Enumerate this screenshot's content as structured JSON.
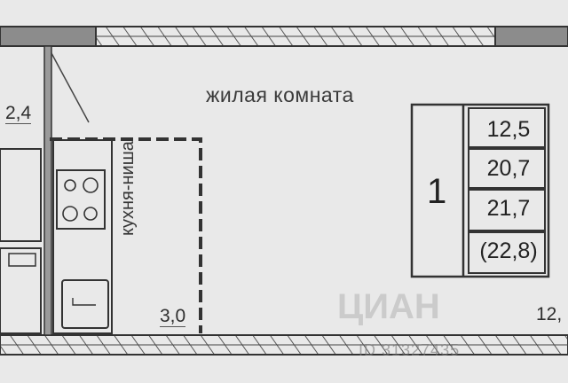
{
  "room": {
    "name": "жилая комната",
    "number": "1",
    "areas": [
      "12,5",
      "20,7",
      "21,7",
      "(22,8)"
    ]
  },
  "kitchen": {
    "name": "кухня-ниша"
  },
  "dimensions": {
    "left_wall": "2,4",
    "kitchen_width": "3,0",
    "right_edge": "12,"
  },
  "watermark": {
    "logo_text": "ЦИАН",
    "id_text": "ID 31327435"
  },
  "colors": {
    "background": "#e9e9e9",
    "wall_fill": "#8c8c8c",
    "line": "#2b2b2b"
  }
}
